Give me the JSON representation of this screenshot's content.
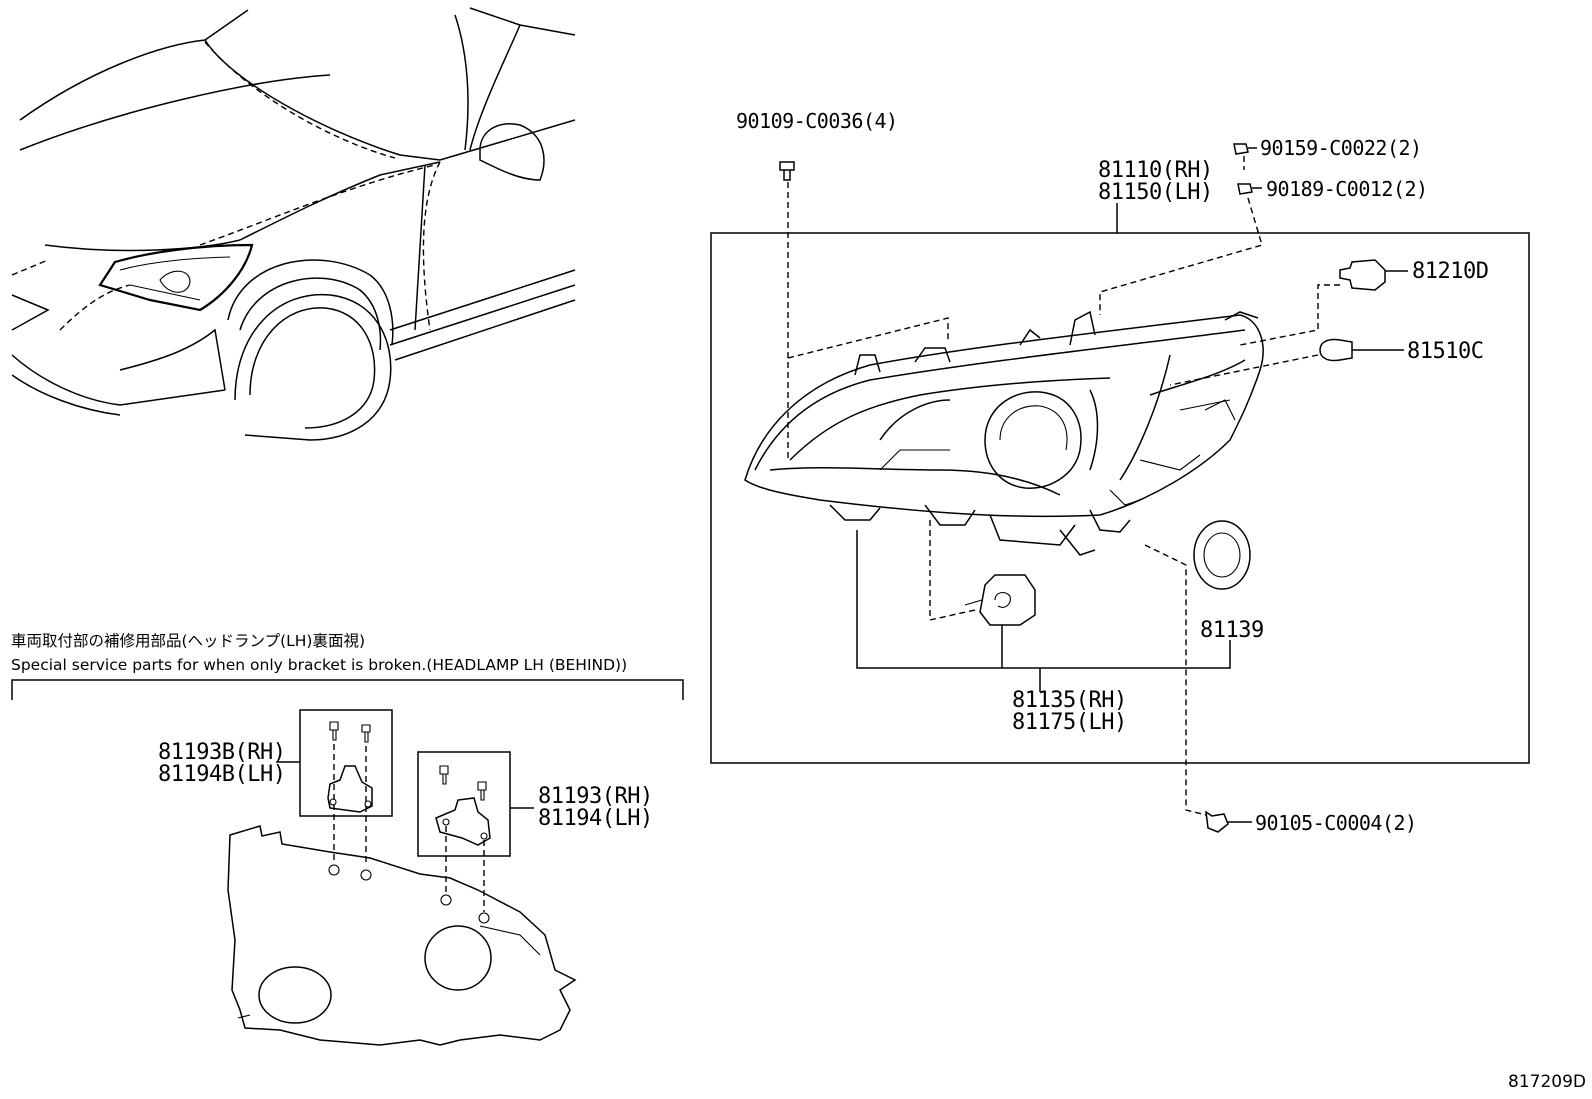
{
  "note": {
    "jp": "車両取付部の補修用部品(ヘッドランプ(LH)裏面視)",
    "en": "Special service parts for when only bracket is broken.(HEADLAMP LH (BEHIND))"
  },
  "parts": {
    "p90109": "90109-C0036(4)",
    "p90159": "90159-C0022(2)",
    "p90189": "90189-C0012(2)",
    "p81110": "81110(RH)",
    "p81150": "81150(LH)",
    "p81210": "81210D",
    "p81510": "81510C",
    "p81139": "81139",
    "p81135": "81135(RH)",
    "p81175": "81175(LH)",
    "p90105": "90105-C0004(2)",
    "p81193b": "81193B(RH)",
    "p81194b": "81194B(LH)",
    "p81193": "81193(RH)",
    "p81194": "81194(LH)"
  },
  "figure_code": "817209D"
}
